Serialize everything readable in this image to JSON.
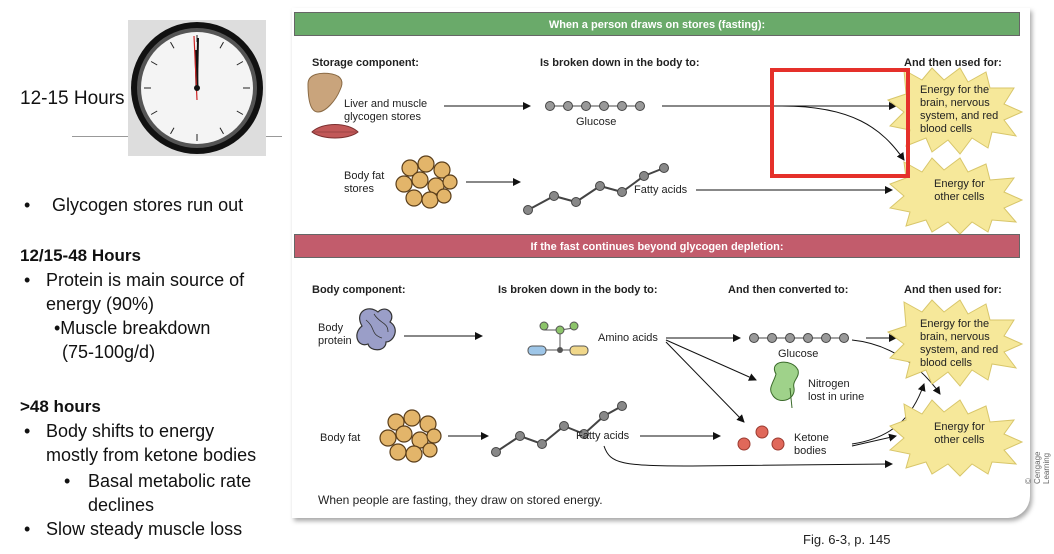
{
  "left_panel": {
    "hours_label": "12-15 Hours",
    "bullet1": "Glycogen stores run out",
    "section2_title": "12/15-48 Hours",
    "section2_bullet": "Protein is main source of energy (90%)",
    "section2_bullet_line1": "Protein is main source of",
    "section2_bullet_line2": "energy (90%)",
    "section2_sub": "•Muscle breakdown",
    "section2_sub2": "(75-100g/d)",
    "section3_title": ">48 hours",
    "section3_bullet_line1": "Body shifts to energy",
    "section3_bullet_line2": "mostly from ketone bodies",
    "section3_sub_line1": "Basal metabolic rate",
    "section3_sub_line2": "declines",
    "section3_bullet2": "Slow steady muscle loss"
  },
  "figure": {
    "top_banner": "When a person draws on stores (fasting):",
    "top_col1": "Storage component:",
    "top_col2": "Is broken down in the body to:",
    "top_col3": "And then used for:",
    "liver_label_1": "Liver and muscle",
    "liver_label_2": "glycogen stores",
    "glucose_label": "Glucose",
    "energy_brain_1": "Energy for the",
    "energy_brain_2": "brain, nervous",
    "energy_brain_3": "system, and red",
    "energy_brain_4": "blood cells",
    "body_fat_stores_1": "Body fat",
    "body_fat_stores_2": "stores",
    "fatty_acids_label": "Fatty acids",
    "energy_other_1": "Energy for",
    "energy_other_2": "other cells",
    "bottom_banner": "If the fast continues beyond glycogen depletion:",
    "bot_col1": "Body component:",
    "bot_col2": "Is broken down in the body to:",
    "bot_col3": "And then converted to:",
    "bot_col4": "And then used for:",
    "body_protein_1": "Body",
    "body_protein_2": "protein",
    "amino_acids_label": "Amino acids",
    "nitrogen_1": "Nitrogen",
    "nitrogen_2": "lost in urine",
    "body_fat_label": "Body fat",
    "ketone_1": "Ketone",
    "ketone_2": "bodies",
    "caption": "When people are fasting, they draw on stored energy.",
    "copyright": "© Cengage Learning",
    "fig_note": "Fig. 6-3, p. 145"
  },
  "colors": {
    "top_banner": "#6aaa6a",
    "bottom_banner": "#c25c6c",
    "starburst": "#f6e89a",
    "highlight_box": "#e5302a",
    "fat_cell": "#e3b56a",
    "ketone": "#e0685a"
  }
}
